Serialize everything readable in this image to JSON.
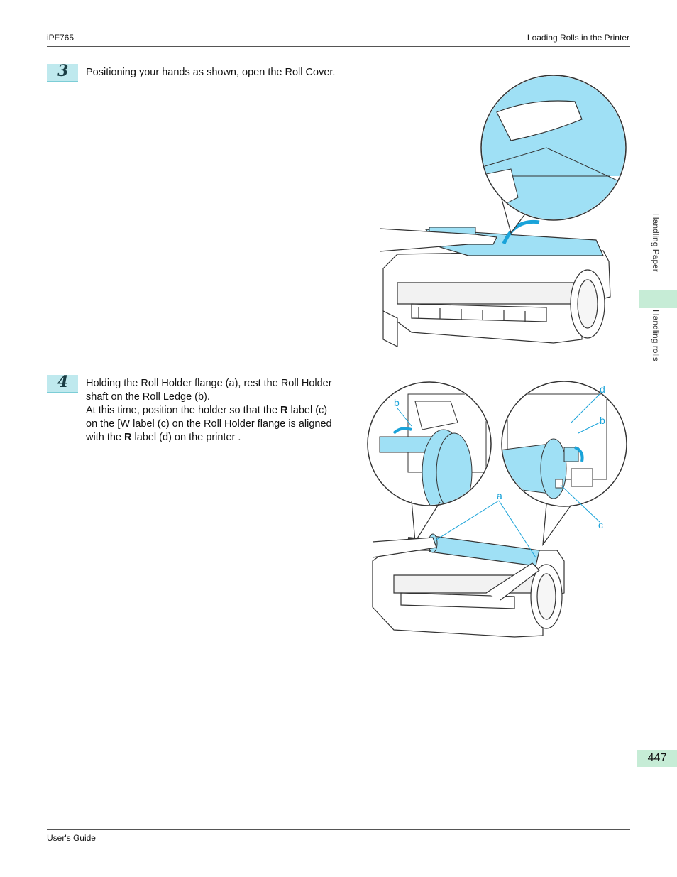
{
  "header": {
    "left": "iPF765",
    "right": "Loading Rolls in the Printer"
  },
  "footer": {
    "left": "User's Guide"
  },
  "page_number": "447",
  "side_tabs": {
    "section": "Handling Paper",
    "subsection": "Handling rolls"
  },
  "steps": [
    {
      "number": "3",
      "text": "Positioning your hands as shown, open the Roll Cover."
    },
    {
      "number": "4",
      "line1": "Holding the Roll Holder flange (a), rest the Roll Holder",
      "line2": "shaft on the Roll Ledge (b).",
      "line3_pre": "At this time, position the holder so that the ",
      "line3_bold": "R",
      "line3_post": " label (c)",
      "line4": "on the [W label (c) on the Roll Holder flange is aligned",
      "line5_pre": "with the ",
      "line5_bold": "R",
      "line5_post": " label (d) on the printer ."
    }
  ],
  "callouts": {
    "a": "a",
    "b": "b",
    "c": "c",
    "d": "d"
  },
  "colors": {
    "accent_blue": "#9fe0f5",
    "label_blue": "#1aa3d9",
    "tab_green": "#c6ecd6",
    "badge": "#bfe9ee"
  }
}
